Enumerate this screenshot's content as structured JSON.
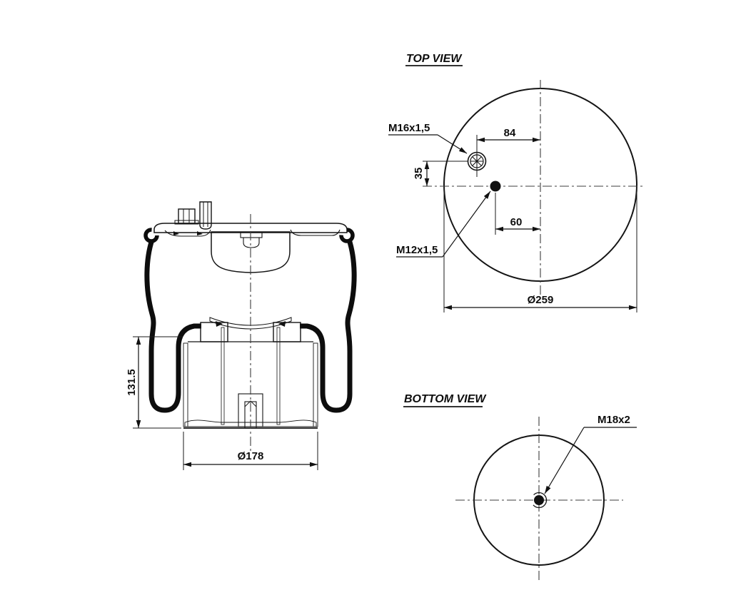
{
  "colors": {
    "line": "#141414",
    "text": "#0d0d0d",
    "background": "#ffffff",
    "stipple": "#555555"
  },
  "side_view": {
    "height_dim": "131.5",
    "base_diameter_dim": "Ø178"
  },
  "top_view": {
    "title": "TOP VIEW",
    "air_fitting_label": "M16x1,5",
    "mounting_stud_label": "M12x1,5",
    "fitting_horizontal_offset": "84",
    "fitting_vertical_offset": "35",
    "stud_horizontal_offset": "60",
    "plate_diameter_dim": "Ø259"
  },
  "bottom_view": {
    "title": "BOTTOM VIEW",
    "thread_label": "M18x2"
  }
}
